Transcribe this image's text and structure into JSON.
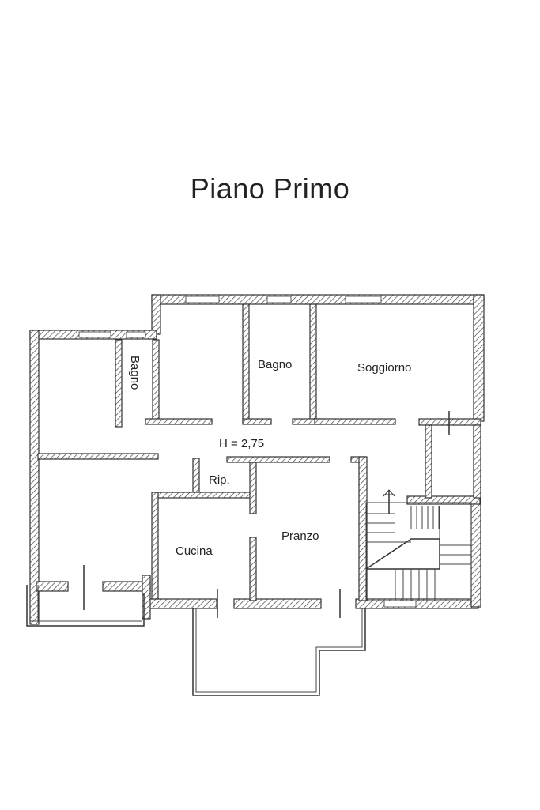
{
  "title": "Piano Primo",
  "rooms": {
    "bagno_left": "Bagno",
    "bagno": "Bagno",
    "soggiorno": "Soggiorno",
    "height": "H = 2,75",
    "rip": "Rip.",
    "cucina": "Cucina",
    "pranzo": "Pranzo"
  }
}
